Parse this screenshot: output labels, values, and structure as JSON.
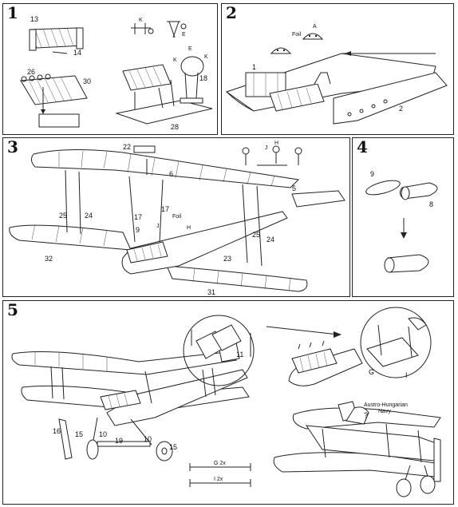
{
  "steps": {
    "s1": "1",
    "s2": "2",
    "s3": "3",
    "s4": "4",
    "s5": "5"
  },
  "panel1": {
    "p13": "13",
    "p14": "14",
    "p26": "26",
    "p30": "30",
    "p28": "28",
    "p18": "18",
    "K1": "K",
    "E1": "E",
    "E2": "E",
    "K2": "K",
    "K3": "K"
  },
  "panel2": {
    "foil": "Foil",
    "A": "A",
    "p1": "1",
    "p2": "2"
  },
  "panel3": {
    "p22": "22",
    "p6": "6",
    "p5": "5",
    "p25a": "25",
    "p24a": "24",
    "p17a": "17",
    "p17b": "17",
    "p9": "9",
    "foil": "Foil",
    "J": "J",
    "H": "H",
    "Jb": "J",
    "Hb": "H",
    "p23": "23",
    "p25b": "25",
    "p24b": "24",
    "p32": "32",
    "p31": "31"
  },
  "panel4": {
    "p9": "9",
    "p8": "8"
  },
  "panel5": {
    "p11": "11",
    "p16": "16",
    "p15a": "15",
    "p10a": "10",
    "p19": "19",
    "p10b": "10",
    "p15b": "15",
    "G": "G",
    "I": "I",
    "navy_line1": "Austro-Hungarian",
    "navy_line2": "Navy",
    "q": "?",
    "g2x": "G 2x",
    "i2x": "I 2x"
  }
}
